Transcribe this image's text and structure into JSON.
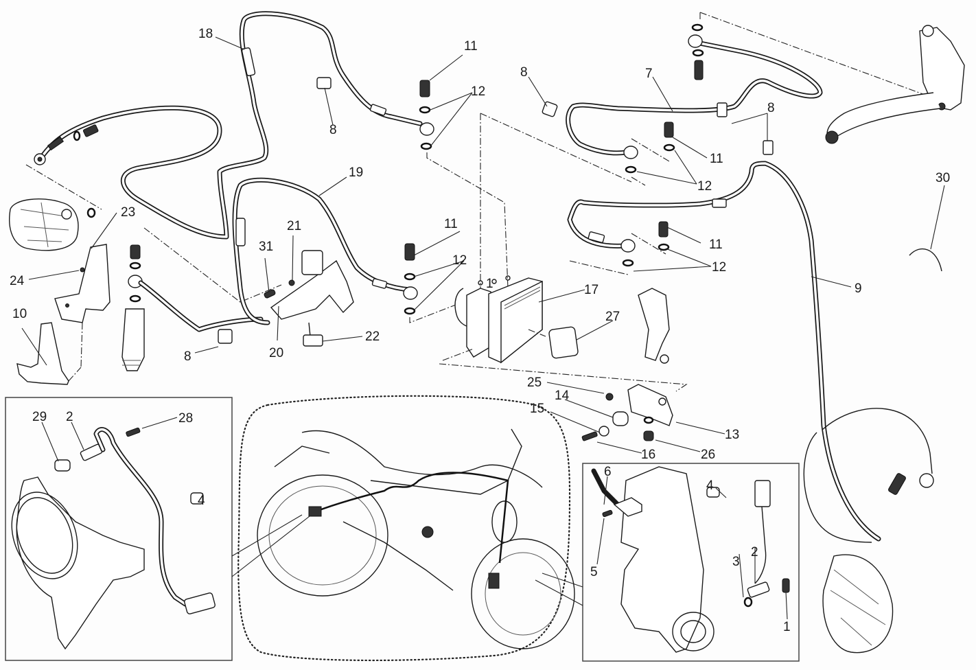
{
  "diagram": {
    "type": "exploded-parts-diagram",
    "subject": "motorcycle ABS brake system (brake hoses, ABS control unit, speed sensors)",
    "background": "#fdfdfd",
    "line_color": "#1a1a1a"
  },
  "callouts": [
    {
      "id": "c18a",
      "label": "18",
      "part": "brake-hose-rear"
    },
    {
      "id": "c11a",
      "label": "11",
      "part": "banjo-bolt"
    },
    {
      "id": "c12a",
      "label": "12",
      "part": "sealing-washer"
    },
    {
      "id": "c8a",
      "label": "8",
      "part": "hose-clamp"
    },
    {
      "id": "c8b",
      "label": "8",
      "part": "hose-clamp"
    },
    {
      "id": "c7",
      "label": "7",
      "part": "brake-hose-front"
    },
    {
      "id": "c8c",
      "label": "8",
      "part": "hose-clamp"
    },
    {
      "id": "c11b",
      "label": "11",
      "part": "banjo-bolt"
    },
    {
      "id": "c12b",
      "label": "12",
      "part": "sealing-washer"
    },
    {
      "id": "c19",
      "label": "19",
      "part": "brake-hose"
    },
    {
      "id": "c23",
      "label": "23",
      "part": "heat-guard"
    },
    {
      "id": "c24",
      "label": "24",
      "part": "screw"
    },
    {
      "id": "c10",
      "label": "10",
      "part": "guard"
    },
    {
      "id": "c31",
      "label": "31",
      "part": "screw"
    },
    {
      "id": "c21",
      "label": "21",
      "part": "nut"
    },
    {
      "id": "c20",
      "label": "20",
      "part": "bracket"
    },
    {
      "id": "c22",
      "label": "22",
      "part": "rubber-block"
    },
    {
      "id": "c8d",
      "label": "8",
      "part": "hose-clamp"
    },
    {
      "id": "c11c",
      "label": "11",
      "part": "banjo-bolt"
    },
    {
      "id": "c12c",
      "label": "12",
      "part": "sealing-washer"
    },
    {
      "id": "c1a",
      "label": "1",
      "part": "abs-control-unit"
    },
    {
      "id": "c17",
      "label": "17",
      "part": "abs-hydraulic-unit"
    },
    {
      "id": "c27",
      "label": "27",
      "part": "pad"
    },
    {
      "id": "c11d",
      "label": "11",
      "part": "banjo-bolt"
    },
    {
      "id": "c12d",
      "label": "12",
      "part": "sealing-washer"
    },
    {
      "id": "c9",
      "label": "9",
      "part": "brake-hose-front-caliper"
    },
    {
      "id": "c30",
      "label": "30",
      "part": "cable-tie"
    },
    {
      "id": "c25",
      "label": "25",
      "part": "screw"
    },
    {
      "id": "c14",
      "label": "14",
      "part": "rubber-mount"
    },
    {
      "id": "c15",
      "label": "15",
      "part": "washer"
    },
    {
      "id": "c16",
      "label": "16",
      "part": "screw"
    },
    {
      "id": "c13",
      "label": "13",
      "part": "abs-bracket"
    },
    {
      "id": "c26",
      "label": "26",
      "part": "rubber-mount"
    },
    {
      "id": "c29",
      "label": "29",
      "part": "spacer"
    },
    {
      "id": "c2a",
      "label": "2",
      "part": "rear-speed-sensor"
    },
    {
      "id": "c28",
      "label": "28",
      "part": "screw"
    },
    {
      "id": "c4a",
      "label": "4",
      "part": "cable-clip"
    },
    {
      "id": "c6",
      "label": "6",
      "part": "cable-guide"
    },
    {
      "id": "c4b",
      "label": "4",
      "part": "cable-clip"
    },
    {
      "id": "c5",
      "label": "5",
      "part": "screw"
    },
    {
      "id": "c3",
      "label": "3",
      "part": "spacer"
    },
    {
      "id": "c2b",
      "label": "2",
      "part": "front-speed-sensor"
    },
    {
      "id": "c1b",
      "label": "1",
      "part": "screw"
    }
  ],
  "insets": [
    {
      "name": "rear-wheel-sensor-detail",
      "callouts": [
        "29",
        "2",
        "28",
        "4"
      ]
    },
    {
      "name": "motorcycle-overview",
      "callouts": []
    },
    {
      "name": "front-wheel-sensor-detail",
      "callouts": [
        "6",
        "4",
        "5",
        "3",
        "2",
        "1"
      ]
    }
  ]
}
